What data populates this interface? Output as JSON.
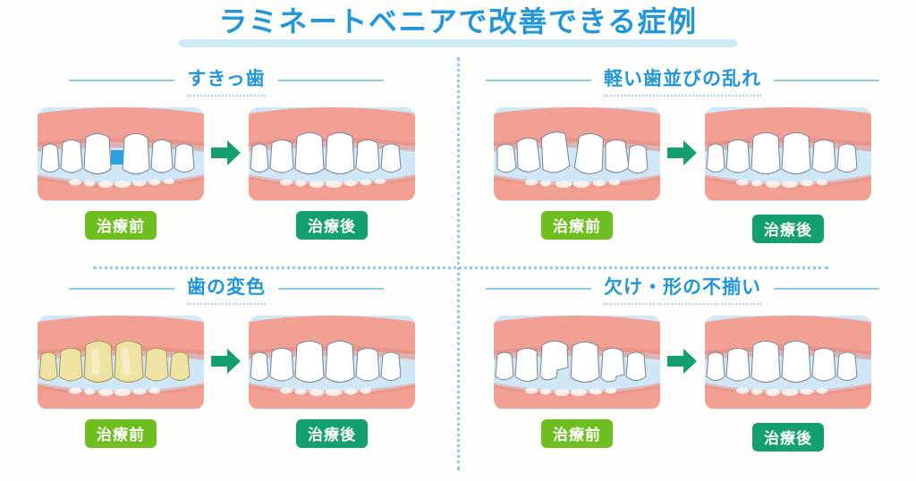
{
  "page": {
    "title": "ラミネートベニアで改善できる症例",
    "background_color": "#fdfdfb",
    "accent_color": "#2196d8",
    "divider_color": "#8ec9e8"
  },
  "labels": {
    "before": "治療前",
    "after": "治療後",
    "before_color": "#6ebe20",
    "after_color": "#13a06e",
    "arrow_color": "#13a06e"
  },
  "sections": [
    {
      "id": "gap-teeth",
      "heading": "すきっ歯",
      "before_label": "治療前",
      "after_label": "治療後"
    },
    {
      "id": "mild-misalignment",
      "heading": "軽い歯並びの乱れ",
      "before_label": "治療前",
      "after_label": "治療後"
    },
    {
      "id": "discoloration",
      "heading": "歯の変色",
      "before_label": "治療前",
      "after_label": "治療後"
    },
    {
      "id": "chips-uneven-shape",
      "heading": "欠け・形の不揃い",
      "before_label": "治療前",
      "after_label": "治療後"
    }
  ],
  "illustration_colors": {
    "card_background": "#cfe7f6",
    "gum": "#f2a094",
    "gum_shadow": "#e8897d",
    "tooth_white": "#ffffff",
    "tooth_outline": "#7e8aa0",
    "tooth_discolored": "#efe3a4",
    "gap_marker": "#2f9fe0",
    "lower_tooth": "#fbeae6"
  }
}
